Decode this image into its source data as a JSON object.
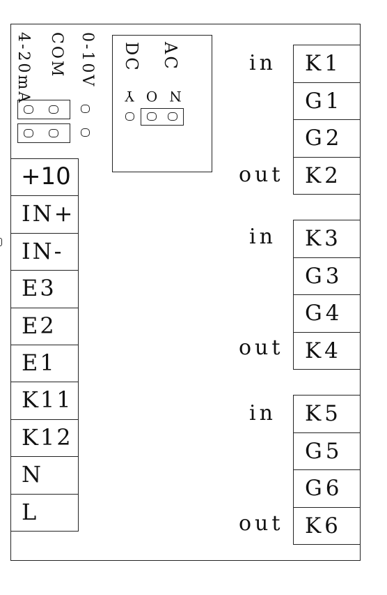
{
  "left_terminals": [
    "+10",
    "IN+",
    "IN-",
    "E3",
    "E2",
    "E1",
    "K11",
    "K12",
    "N",
    "L"
  ],
  "signal_labels": {
    "voltage": "0-10V",
    "common": "COM",
    "current": "4-20mA"
  },
  "power": {
    "ac": "AC",
    "dc": "DC",
    "pins": [
      "Y",
      "O",
      "N"
    ]
  },
  "groups": [
    {
      "in_label": "in",
      "out_label": "out",
      "terminals": [
        "K1",
        "G1",
        "G2",
        "K2"
      ]
    },
    {
      "in_label": "in",
      "out_label": "out",
      "terminals": [
        "K3",
        "G3",
        "G4",
        "K4"
      ]
    },
    {
      "in_label": "in",
      "out_label": "out",
      "terminals": [
        "K5",
        "G5",
        "G6",
        "K6"
      ]
    }
  ]
}
